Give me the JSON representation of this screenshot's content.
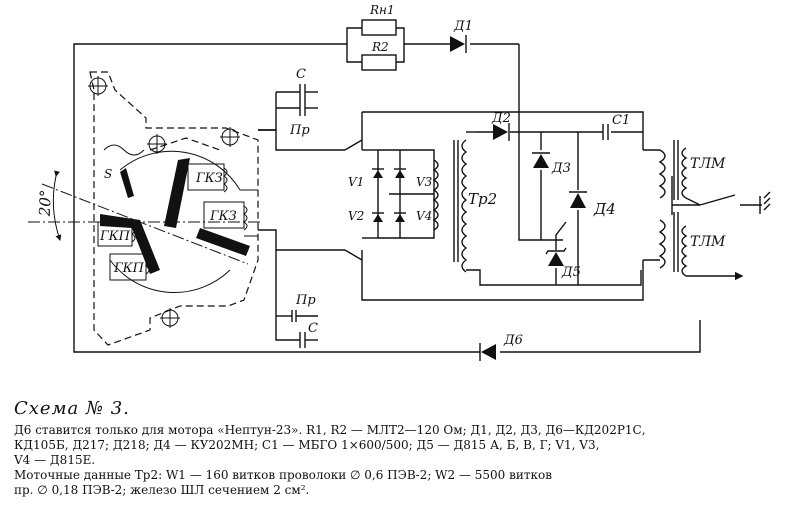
{
  "labels": {
    "rn1": "Rн1",
    "r2": "R2",
    "d1": "Д1",
    "d2": "Д2",
    "d3": "Д3",
    "d4": "Д4",
    "d5": "Д5",
    "d6": "Д6",
    "c_top": "C",
    "pr_top": "Пр",
    "pr_bot": "Пр",
    "c_bot": "C",
    "c1": "C1",
    "v1": "V1",
    "v2": "V2",
    "v3": "V3",
    "v4": "V4",
    "tr2": "Тр2",
    "tlm_top": "ТЛМ",
    "tlm_bot": "ТЛМ",
    "gkz_a": "ГКЗ",
    "gkz_b": "ГКЗ",
    "gkp_a": "ГКП",
    "gkp_b": "ГКП",
    "angle": "20°",
    "s": "S"
  },
  "caption": {
    "title": "Схема № 3.",
    "line1": "Д6 ставится только для мотора «Нептун-23». R1, R2 — МЛТ2—120 Ом; Д1, Д2, Д3, Д6—КД202Р1С,",
    "line2": "КД105Б, Д217; Д218; Д4 — КУ202МН; C1 — МБГО 1×600/500; Д5 — Д815 А, Б, В, Г; V1, V3,",
    "line3": "V4 — Д815Е.",
    "line4": "Моточные данные Тр2: W1 — 160 витков проволоки ∅ 0,6 ПЭВ-2; W2 — 5500 витков",
    "line5": "пр. ∅ 0,18 ПЭВ-2; железо ШЛ сечением 2 см²."
  }
}
